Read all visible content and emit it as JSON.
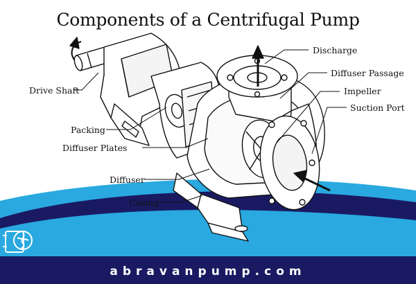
{
  "title": "Components of a Centrifugal Pump",
  "labels": {
    "discharge": "Discharge",
    "diffuser_passage": "Diffuser Passage",
    "impeller": "Impeller",
    "suction_port": "Suction Port",
    "drive_shaft": "Drive Shaft",
    "packing": "Packing",
    "diffuser_plates": "Diffuser Plates",
    "diffuser": "Diffuser",
    "casing": "Casing"
  },
  "footer": {
    "website": "abravanpump.com"
  },
  "colors": {
    "navy": "#1a1a63",
    "sky": "#29a9e0",
    "line": "#111111"
  },
  "icons": {
    "logo": "pump-logo-icon",
    "rotation": "rotation-arrow-icon"
  }
}
